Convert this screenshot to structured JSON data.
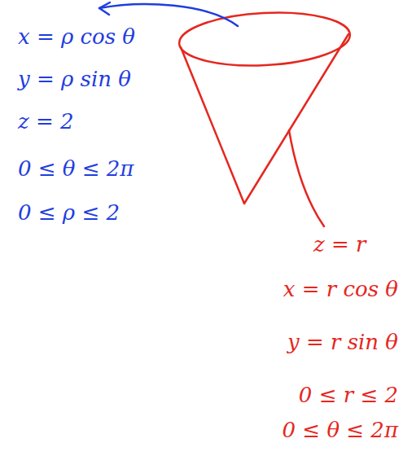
{
  "diagram": {
    "labels": [
      "x = ρ cos θ",
      "y = ρ sin θ",
      "z = 2",
      "0 ≤ θ ≤ 2π",
      "0 ≤ ρ ≤ 2",
      "z = r",
      "x = r cos θ",
      "y = r sin θ",
      "0 ≤ r ≤ 2",
      "0 ≤ θ ≤ 2π"
    ]
  }
}
